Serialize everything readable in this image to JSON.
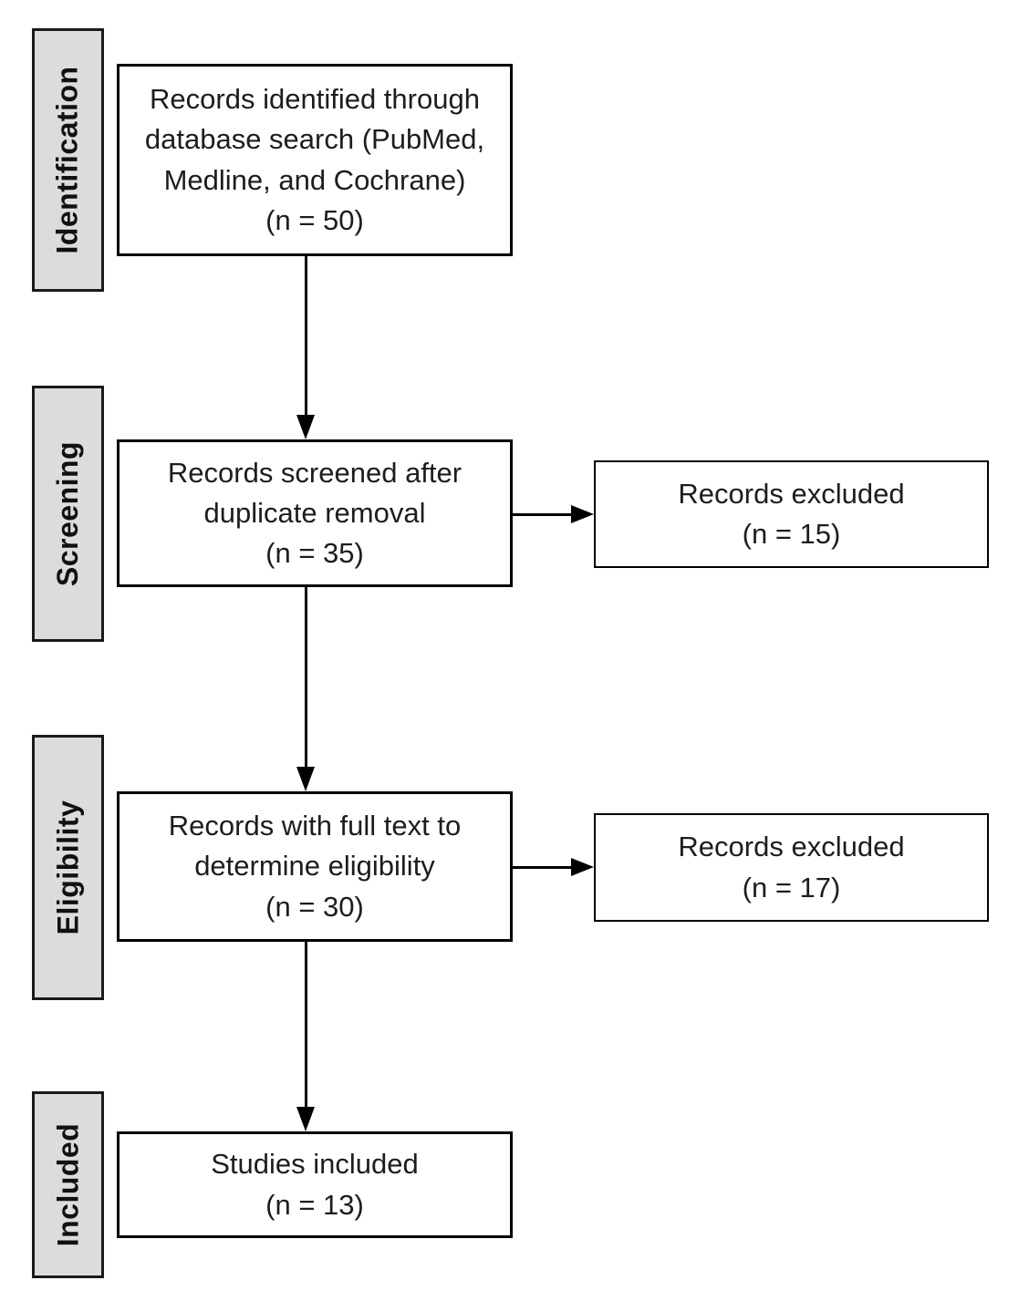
{
  "colors": {
    "background": "#ffffff",
    "stage_fill": "#dcdcdc",
    "box_fill": "#ffffff",
    "border": "#000000",
    "text": "#1d1d1d"
  },
  "stages": [
    {
      "label": "Identification"
    },
    {
      "label": "Screening"
    },
    {
      "label": "Eligibility"
    },
    {
      "label": "Included"
    }
  ],
  "boxes": {
    "identified": {
      "text": "Records identified through\ndatabase search (PubMed,\nMedline, and Cochrane)\n(n = 50)",
      "n": 50
    },
    "screened": {
      "text": "Records screened after\nduplicate removal\n(n = 35)",
      "n": 35
    },
    "excluded_screening": {
      "text": "Records excluded\n(n = 15)",
      "n": 15
    },
    "full_text": {
      "text": "Records with full text to\ndetermine eligibility\n(n = 30)",
      "n": 30
    },
    "excluded_eligibility": {
      "text": "Records excluded\n(n = 17)",
      "n": 17
    },
    "included": {
      "text": "Studies included\n(n = 13)",
      "n": 13
    }
  }
}
